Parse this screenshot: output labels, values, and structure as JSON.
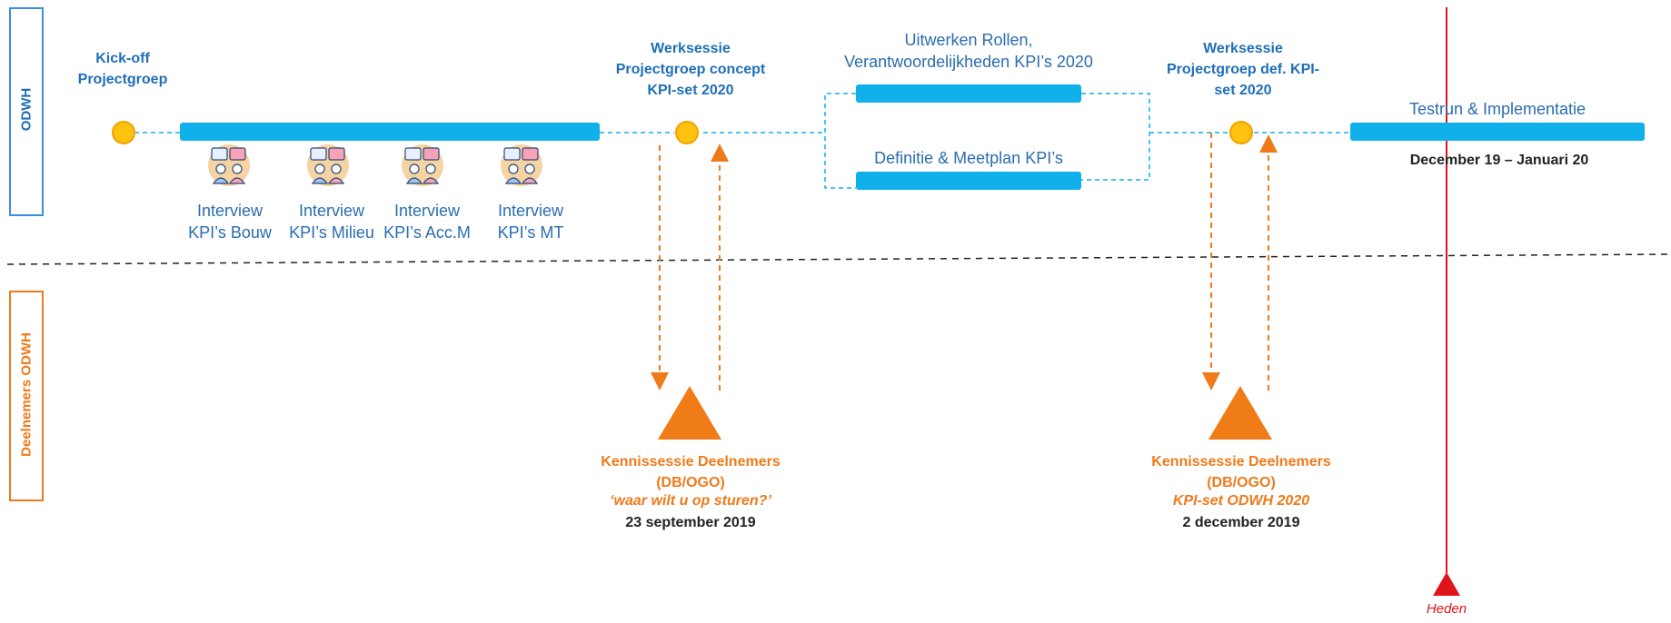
{
  "lanes": {
    "top": "ODWH",
    "bottom": "Deelnemers ODWH"
  },
  "milestones": {
    "kickoff": [
      "Kick-off",
      "Projectgroep"
    ],
    "werksessie1": [
      "Werksessie",
      "Projectgroep concept",
      "KPI-set 2020"
    ],
    "werksessie2": [
      "Werksessie",
      "Projectgroep def. KPI-",
      "set 2020"
    ]
  },
  "interviews": [
    {
      "line1": "Interview",
      "line2": "KPI’s Bouw"
    },
    {
      "line1": "Interview",
      "line2": "KPI’s Milieu"
    },
    {
      "line1": "Interview",
      "line2": "KPI’s Acc.M"
    },
    {
      "line1": "Interview",
      "line2": "KPI’s MT"
    }
  ],
  "tasks": {
    "rollen": [
      "Uitwerken Rollen,",
      "Verantwoordelijkheden KPI’s 2020"
    ],
    "definitie": "Definitie & Meetplan KPI’s",
    "testrun": "Testrun & Implementatie",
    "testrun_date": "December 19 – Januari 20"
  },
  "kennissessies": [
    {
      "title": "Kennissessie Deelnemers",
      "sub": "(DB/OGO)",
      "theme": "‘waar wilt u op sturen?’",
      "date": "23 september 2019"
    },
    {
      "title": "Kennissessie Deelnemers",
      "sub": "(DB/OGO)",
      "theme": "KPI-set ODWH 2020",
      "date": "2 december 2019"
    }
  ],
  "today_marker": "Heden",
  "colors": {
    "blue_dark": "#1f6fb8",
    "bar_blue": "#10b0ea",
    "orange": "#ef7a1a",
    "milestone_yellow": "#ffc20e",
    "red": "#e0141b"
  }
}
